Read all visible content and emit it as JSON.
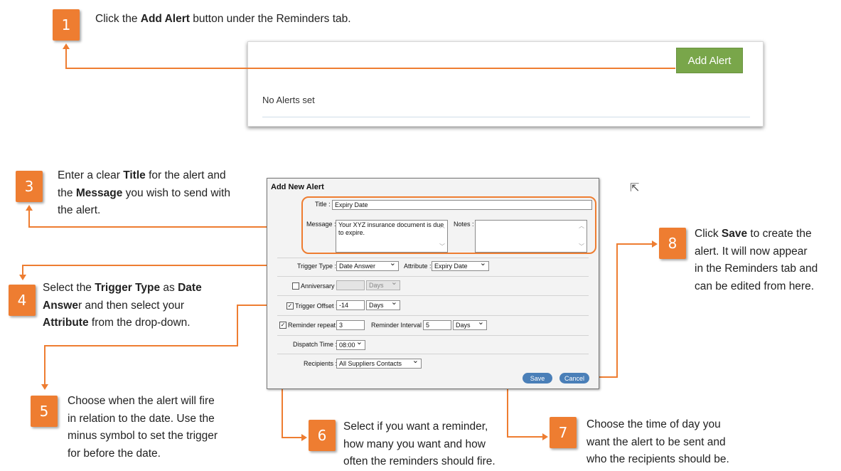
{
  "badges": {
    "b1": "1",
    "b3": "3",
    "b4": "4",
    "b5": "5",
    "b6": "6",
    "b7": "7",
    "b8": "8"
  },
  "step1": {
    "pre": "Click the ",
    "bold": "Add Alert",
    "post": " button under the Reminders tab."
  },
  "step3": {
    "l1_pre": "Enter a clear ",
    "l1_bold": "Title",
    "l1_post": " for the alert and",
    "l2_pre": "the ",
    "l2_bold": "Message",
    "l2_post": " you wish to send with",
    "l3": "the alert."
  },
  "step4": {
    "l1_pre": "Select the ",
    "l1_bold1": "Trigger Type",
    "l1_mid": " as ",
    "l1_bold2": "Date",
    "l2_bold": "Answe",
    "l2_post": "r and then select your",
    "l3_bold": "Attribute",
    "l3_post": " from the drop-down."
  },
  "step5": {
    "l1": "Choose when the alert will fire",
    "l2": "in relation to the date. Use the",
    "l3": "minus symbol to set the trigger",
    "l4": "for before the date."
  },
  "step6": {
    "l1": "Select if you want a reminder,",
    "l2": "how many you want and how",
    "l3": "often the reminders should fire."
  },
  "step7": {
    "l1": "Choose the time of day you",
    "l2": "want the alert to be sent and",
    "l3": "who the recipients should be."
  },
  "step8": {
    "l1_pre": "Click ",
    "l1_bold": "Save",
    "l1_post": " to create the",
    "l2": "alert. It will now appear",
    "l3": "in the Reminders tab and",
    "l4": "can be edited from here."
  },
  "reminders_panel": {
    "add_alert_label": "Add Alert",
    "empty_text": "No Alerts set"
  },
  "dialog": {
    "title": "Add New Alert",
    "title_label": "Title :",
    "title_value": "Expiry Date",
    "message_label": "Message :",
    "message_value": "Your XYZ insurance document is due to expire.",
    "notes_label": "Notes :",
    "notes_value": "",
    "trigger_type_label": "Trigger Type :",
    "trigger_type_value": "Date Answer",
    "attribute_label": "Attribute :",
    "attribute_value": "Expiry Date",
    "anniversary_label": "Anniversary :",
    "anniversary_checked": false,
    "anniversary_value": "",
    "anniversary_unit": "Days",
    "trigger_offset_label": "Trigger Offset :",
    "trigger_offset_checked": true,
    "trigger_offset_value": "-14",
    "trigger_offset_unit": "Days",
    "reminder_repeat_label": "Reminder repeat :",
    "reminder_repeat_checked": true,
    "reminder_repeat_value": "3",
    "reminder_interval_label": "Reminder Interval :",
    "reminder_interval_value": "5",
    "reminder_interval_unit": "Days",
    "dispatch_time_label": "Dispatch Time :",
    "dispatch_time_value": "08:00",
    "recipients_label": "Recipients :",
    "recipients_value": "All Suppliers Contacts",
    "save_label": "Save",
    "cancel_label": "Cancel"
  },
  "colors": {
    "accent": "#ee7d31",
    "add_alert_green": "#79a64a",
    "button_blue": "#4a7fb8"
  }
}
